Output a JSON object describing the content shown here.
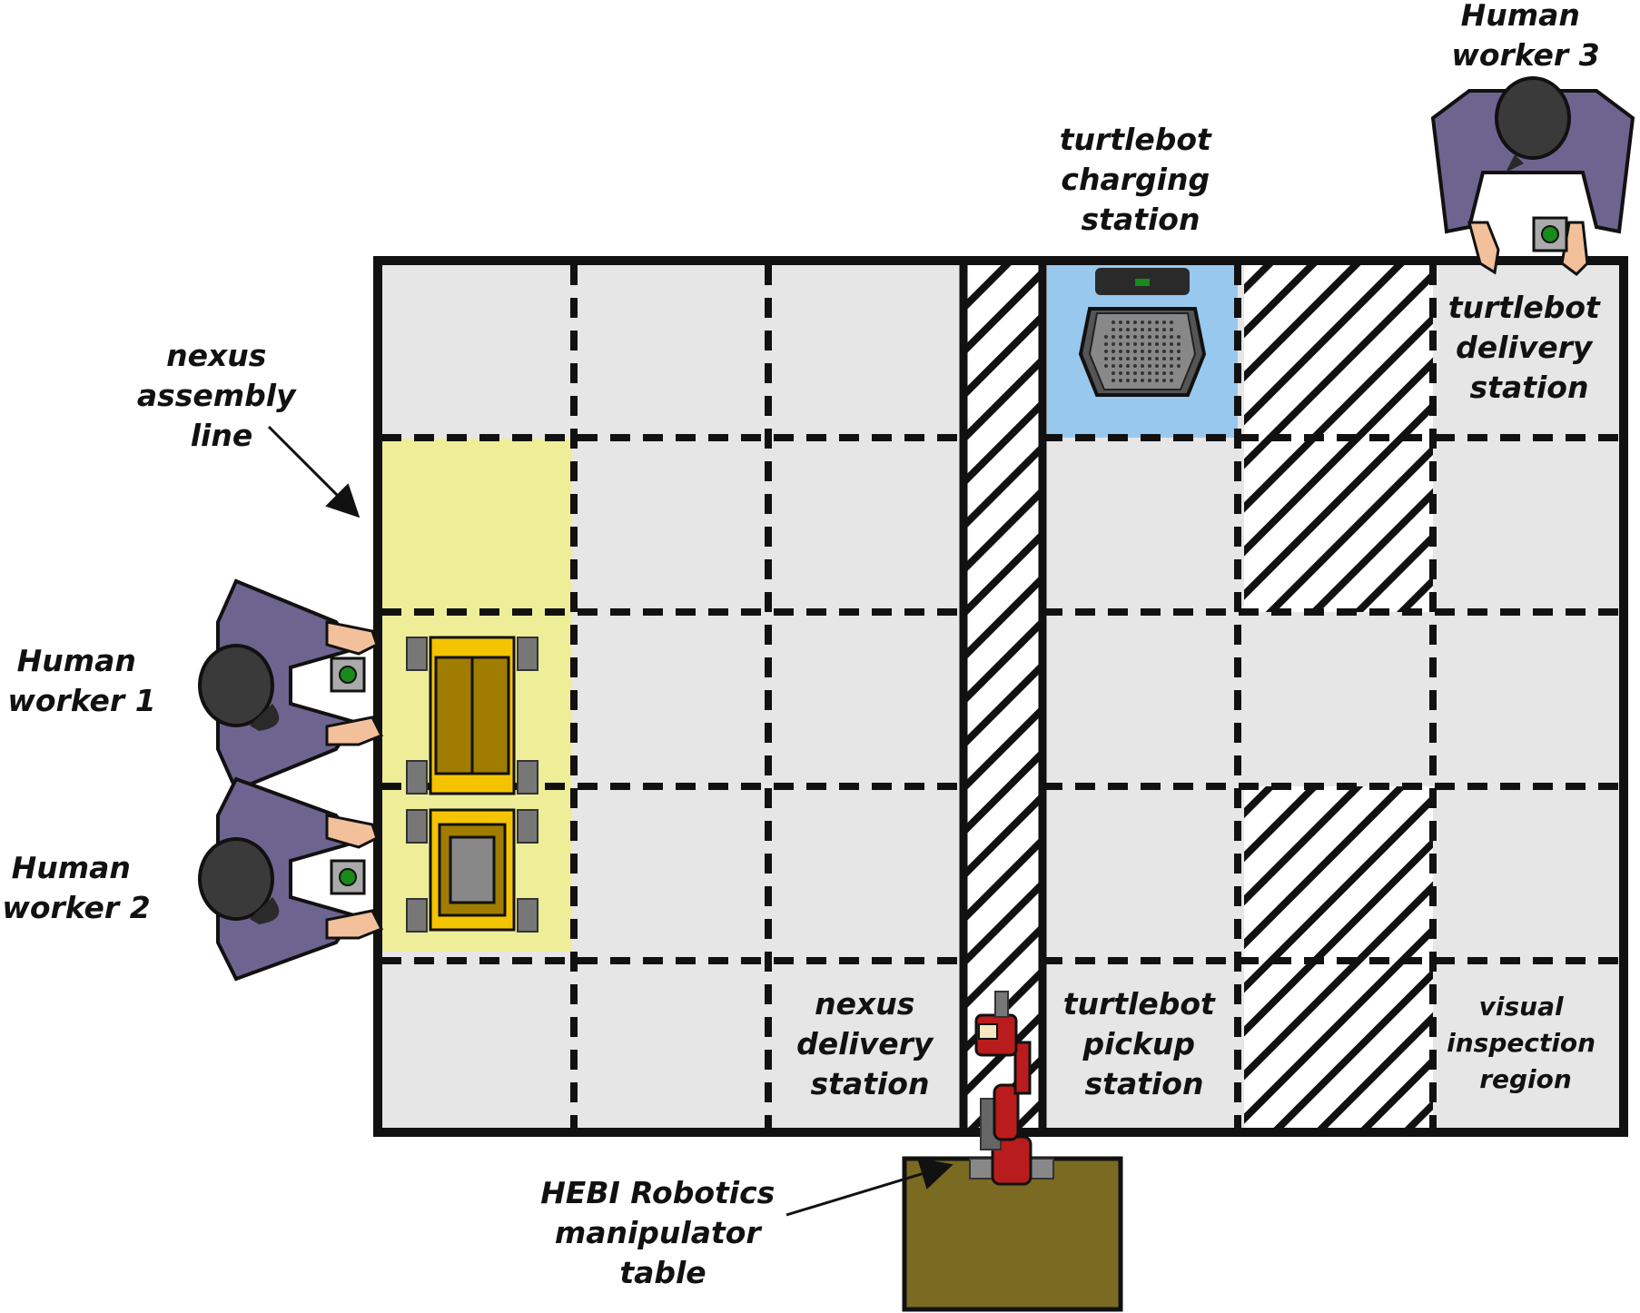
{
  "labels": {
    "nexus_assembly_line": [
      "nexus",
      "assembly",
      "line"
    ],
    "human_worker_1": [
      "Human",
      "worker 1"
    ],
    "human_worker_2": [
      "Human",
      "worker 2"
    ],
    "human_worker_3": [
      "Human",
      "worker 3"
    ],
    "turtlebot_charging_station": [
      "turtlebot",
      "charging",
      "station"
    ],
    "turtlebot_delivery_station": [
      "turtlebot",
      "delivery",
      "station"
    ],
    "nexus_delivery_station": [
      "nexus",
      "delivery",
      "station"
    ],
    "turtlebot_pickup_station": [
      "turtlebot",
      "pickup",
      "station"
    ],
    "visual_inspection_region": [
      "visual",
      "inspection",
      "region"
    ],
    "hebi_manipulator_table": [
      "HEBI Robotics",
      "manipulator",
      "table"
    ]
  },
  "colors": {
    "cell_fill": "#e6e6e6",
    "assembly_highlight": "#eeee99",
    "charging_highlight": "#99c8ee",
    "table_fill": "#7a6a22",
    "worker_shirt": "#6e6490",
    "worker_hair": "#3a3a3a",
    "worker_skin": "#f2c09a",
    "nexus_body": "#f5c400",
    "nexus_top": "#a07c00",
    "arm_red": "#b81c1c",
    "button_green": "#1a8a1a"
  },
  "icons": [
    "nexus-robot-icon",
    "turtlebot-icon",
    "human-worker-icon",
    "robot-arm-icon",
    "push-button-icon"
  ]
}
